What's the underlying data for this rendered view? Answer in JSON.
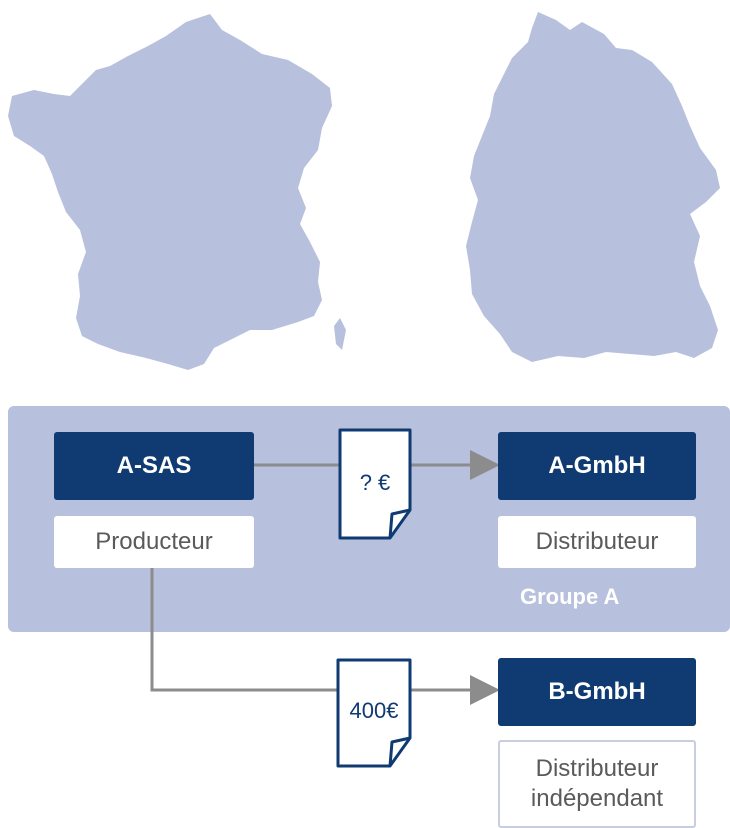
{
  "maps": {
    "left_country": "france-map",
    "right_country": "germany-map"
  },
  "group": {
    "label": "Groupe A"
  },
  "entities": {
    "a_sas": {
      "name": "A-SAS",
      "role": "Producteur"
    },
    "a_gmbh": {
      "name": "A-GmbH",
      "role": "Distributeur"
    },
    "b_gmbh": {
      "name": "B-GmbH",
      "role_line1": "Distributeur",
      "role_line2": "indépendant"
    }
  },
  "documents": {
    "intra_group_price": "? €",
    "external_price": "400€"
  },
  "colors": {
    "map_fill": "#b7c0dc",
    "entity_fill": "#0f3a72",
    "group_panel": "#b7c0dc",
    "connector": "#8c8c8c",
    "document_stroke": "#0f3a72"
  }
}
